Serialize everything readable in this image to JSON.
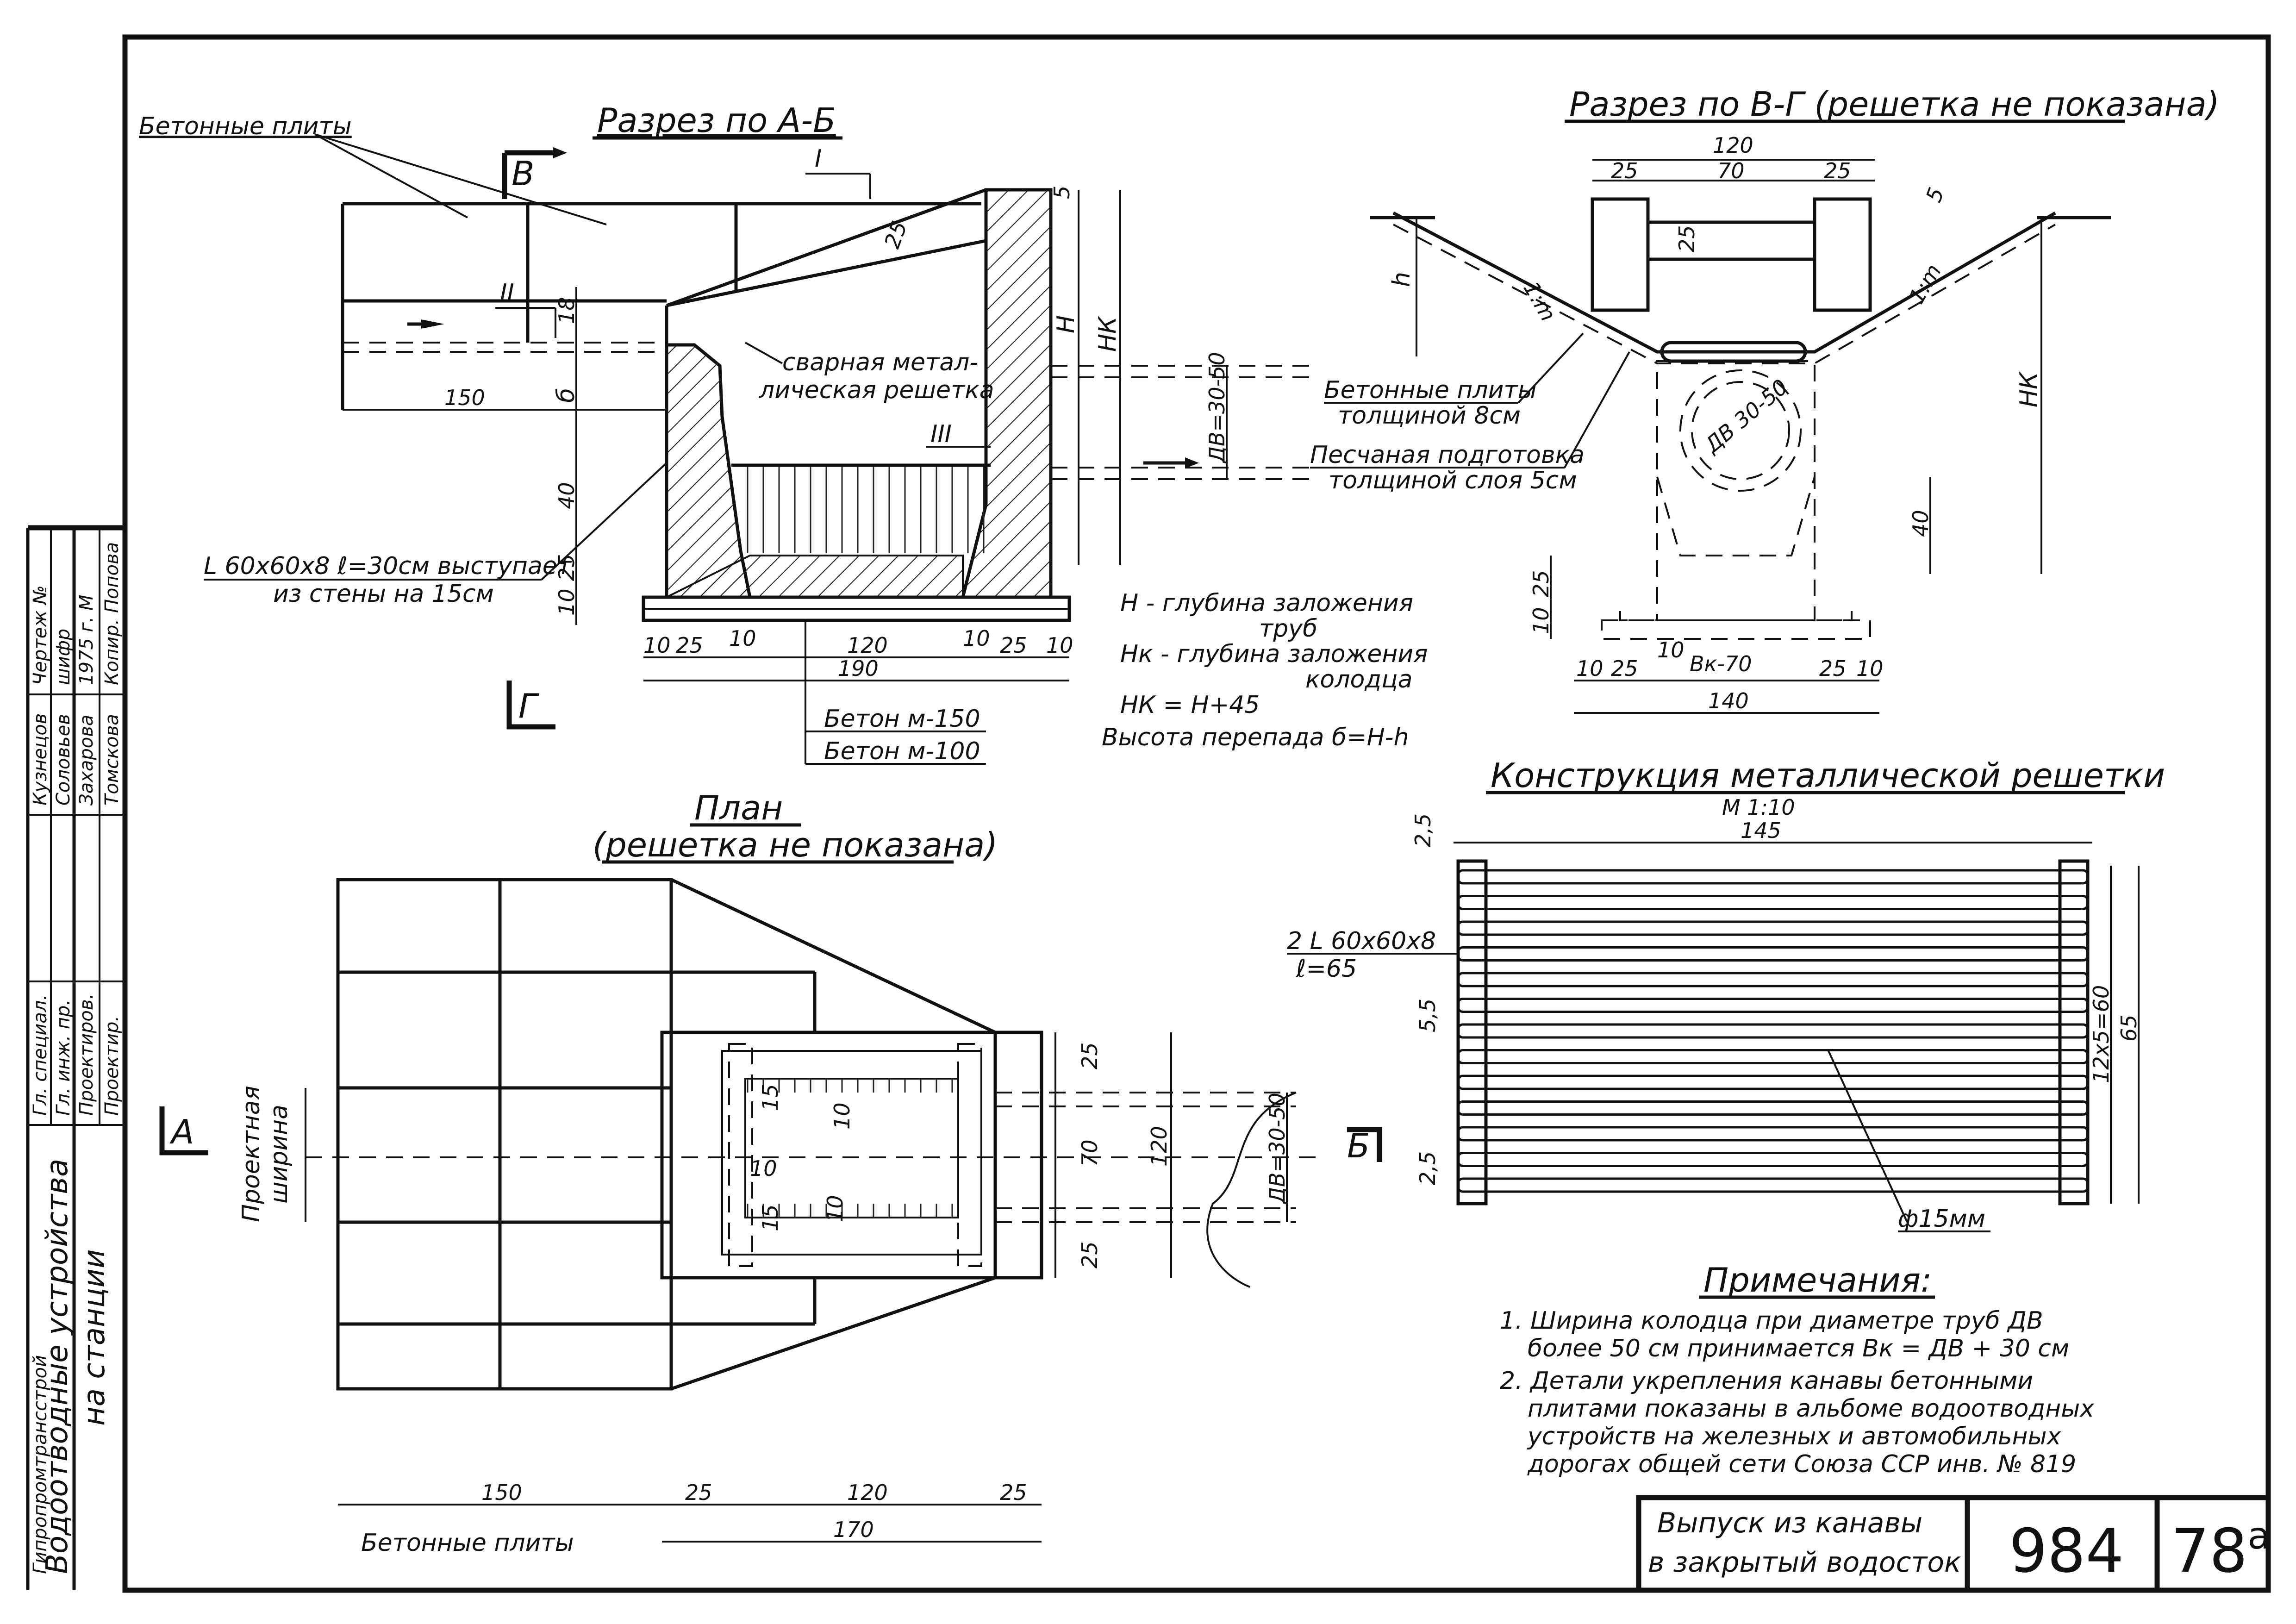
{
  "section_ab": {
    "title": "Разрез по А-Б",
    "label_concrete_slabs": "Бетонные плиты",
    "mark_b": "В",
    "mark_g": "Г",
    "mark_i": "I",
    "mark_ii": "II",
    "mark_iii": "III",
    "label_grate_1": "сварная метал-",
    "label_grate_2": "лическая решетка",
    "label_angle_1": "L 60x60x8 ℓ=30см выступает",
    "label_angle_2": "из стены на 15см",
    "dim_150": "150",
    "dim_b": "б",
    "dim_40": "40",
    "dim_25v": "25",
    "dim_10v": "10",
    "dim_18": "18",
    "dim_25s": "25",
    "dim_5": "5",
    "dim_h": "Н",
    "dim_hk": "НК",
    "dim_dv": "ДВ=30-50",
    "dim_bottom": [
      "10",
      "25",
      "10",
      "120",
      "10",
      "25",
      "10"
    ],
    "dim_190": "190",
    "concrete_1": "Бетон м-150",
    "concrete_2": "Бетон м-100"
  },
  "legend": {
    "l1a": "Н - глубина заложения",
    "l1b": "труб",
    "l2a": "Нк - глубина заложения",
    "l2b": "колодца",
    "l3": "НК = Н+45",
    "l4": "Высота перепада б=Н-h"
  },
  "section_vg": {
    "title": "Разрез по В-Г (решетка не показана)",
    "dim_120": "120",
    "dim_25a": "25",
    "dim_70": "70",
    "dim_25b": "25",
    "dim_5": "5",
    "dim_25v": "25",
    "dim_h": "h",
    "slope_1": "1:m",
    "slope_2": "1:m",
    "dim_hk": "НК",
    "dv": "ДВ 30-50",
    "dim_40": "40",
    "dim_10v": "10",
    "dim_25l": "25",
    "label_slabs_1": "Бетонные плиты",
    "label_slabs_2": "толщиной 8см",
    "label_sand_1": "Песчаная подготовка",
    "label_sand_2": "толщиной слоя 5см",
    "dim_bottom": [
      "10",
      "25",
      "10",
      "Вк-70",
      "25",
      "10"
    ],
    "dim_140": "140"
  },
  "plan": {
    "title": "План",
    "subtitle": "(решетка не показана)",
    "mark_a": "А",
    "mark_b": "Б",
    "label_width_1": "Проектная",
    "label_width_2": "ширина",
    "dim_25t": "25",
    "dim_70": "70",
    "dim_120": "120",
    "dim_25b": "25",
    "dim_15a": "15",
    "dim_15b": "15",
    "dim_10a": "10",
    "dim_10b": "10",
    "dim_10c": "10",
    "dv": "ДВ=30-50",
    "dim_150": "150",
    "dim_25a": "25",
    "dim_120b": "120",
    "dim_25c": "25",
    "dim_170": "170",
    "label_slabs": "Бетонные плиты"
  },
  "grate": {
    "title": "Конструкция металлической решетки",
    "scale": "М 1:10",
    "dim_145": "145",
    "dim_25": "2,5",
    "angle_1": "2 L 60x60x8",
    "angle_2": "ℓ=65",
    "dim_55": "5,5",
    "dim_25b": "2,5",
    "dim_12x5": "12x5=60",
    "dim_65": "65",
    "rod": "ф15мм"
  },
  "notes": {
    "title": "Примечания:",
    "n1a": "1. Ширина колодца при диаметре труб ДВ",
    "n1b": "более 50 см принимается Вк = ДВ + 30 см",
    "n2a": "2. Детали укрепления канавы бетонными",
    "n2b": "плитами показаны в альбоме водоотводных",
    "n2c": "устройств на железных и автомобильных",
    "n2d": "дорогах общей сети Союза ССР инв. № 819"
  },
  "title_block": {
    "name_1": "Выпуск из канавы",
    "name_2": "в закрытый водосток",
    "code": "984",
    "sheet": "78",
    "sheet_sup": "а"
  },
  "side_stamp": {
    "org": "Гипропромтрансстрой",
    "project_1": "Водоотводные устройства",
    "project_2": "на станции",
    "roles": [
      "Гл. специал.",
      "Гл. инж. пр.",
      "Проектиров.",
      "Проектир."
    ],
    "names": [
      "Кузнецов",
      "Соловьев",
      "Захарова",
      "Томскова"
    ],
    "cols": [
      "Чертеж №",
      "шифр",
      "1975 г. М",
      "Копир. Попова"
    ]
  }
}
